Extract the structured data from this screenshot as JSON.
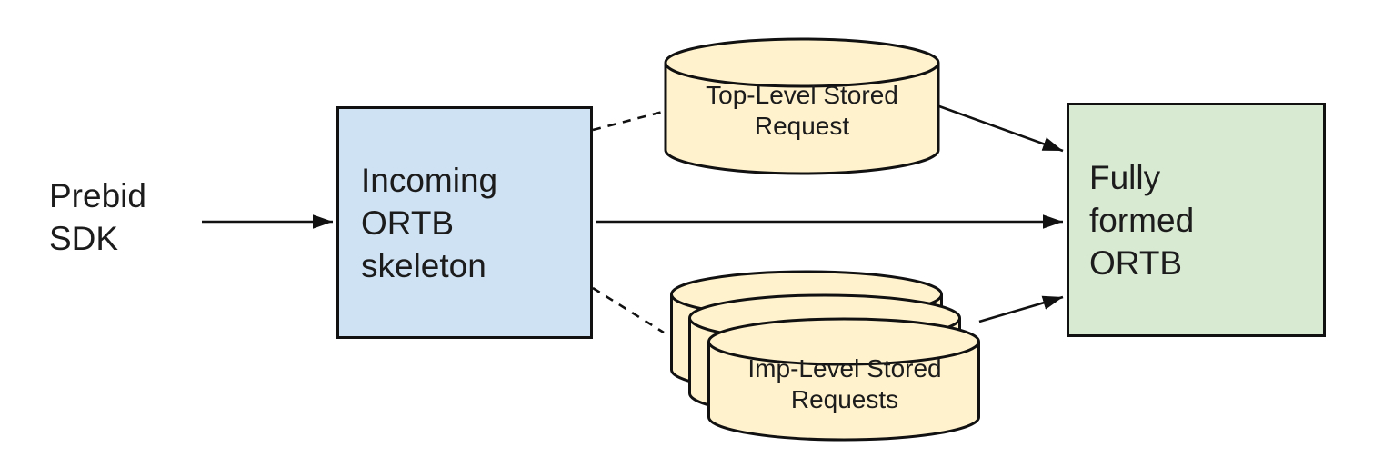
{
  "diagram": {
    "nodes": {
      "prebid_sdk": {
        "label": "Prebid\nSDK",
        "shape": "text"
      },
      "incoming_ortb": {
        "label": "Incoming\nORTB\nskeleton",
        "shape": "rect"
      },
      "top_level_stored_request": {
        "label": "Top-Level Stored\nRequest",
        "shape": "cylinder"
      },
      "imp_level_stored_requests": {
        "label": "Imp-Level Stored\nRequests",
        "shape": "cylinder-stack-3"
      },
      "fully_formed_ortb": {
        "label": "Fully\nformed\nORTB",
        "shape": "rect"
      }
    },
    "edges": [
      {
        "from": "prebid_sdk",
        "to": "incoming_ortb",
        "style": "solid-arrow"
      },
      {
        "from": "incoming_ortb",
        "to": "top_level_stored_request",
        "style": "dashed"
      },
      {
        "from": "top_level_stored_request",
        "to": "fully_formed_ortb",
        "style": "solid-arrow"
      },
      {
        "from": "incoming_ortb",
        "to": "fully_formed_ortb",
        "style": "solid-arrow"
      },
      {
        "from": "incoming_ortb",
        "to": "imp_level_stored_requests",
        "style": "dashed"
      },
      {
        "from": "imp_level_stored_requests",
        "to": "fully_formed_ortb",
        "style": "solid-arrow"
      }
    ],
    "colors": {
      "skeleton_box_fill": "#cfe2f3",
      "stored_request_fill": "#fff2cc",
      "fully_formed_fill": "#d9ead3",
      "stroke": "#111111",
      "text": "#1c1c1c",
      "background": "#ffffff"
    }
  }
}
